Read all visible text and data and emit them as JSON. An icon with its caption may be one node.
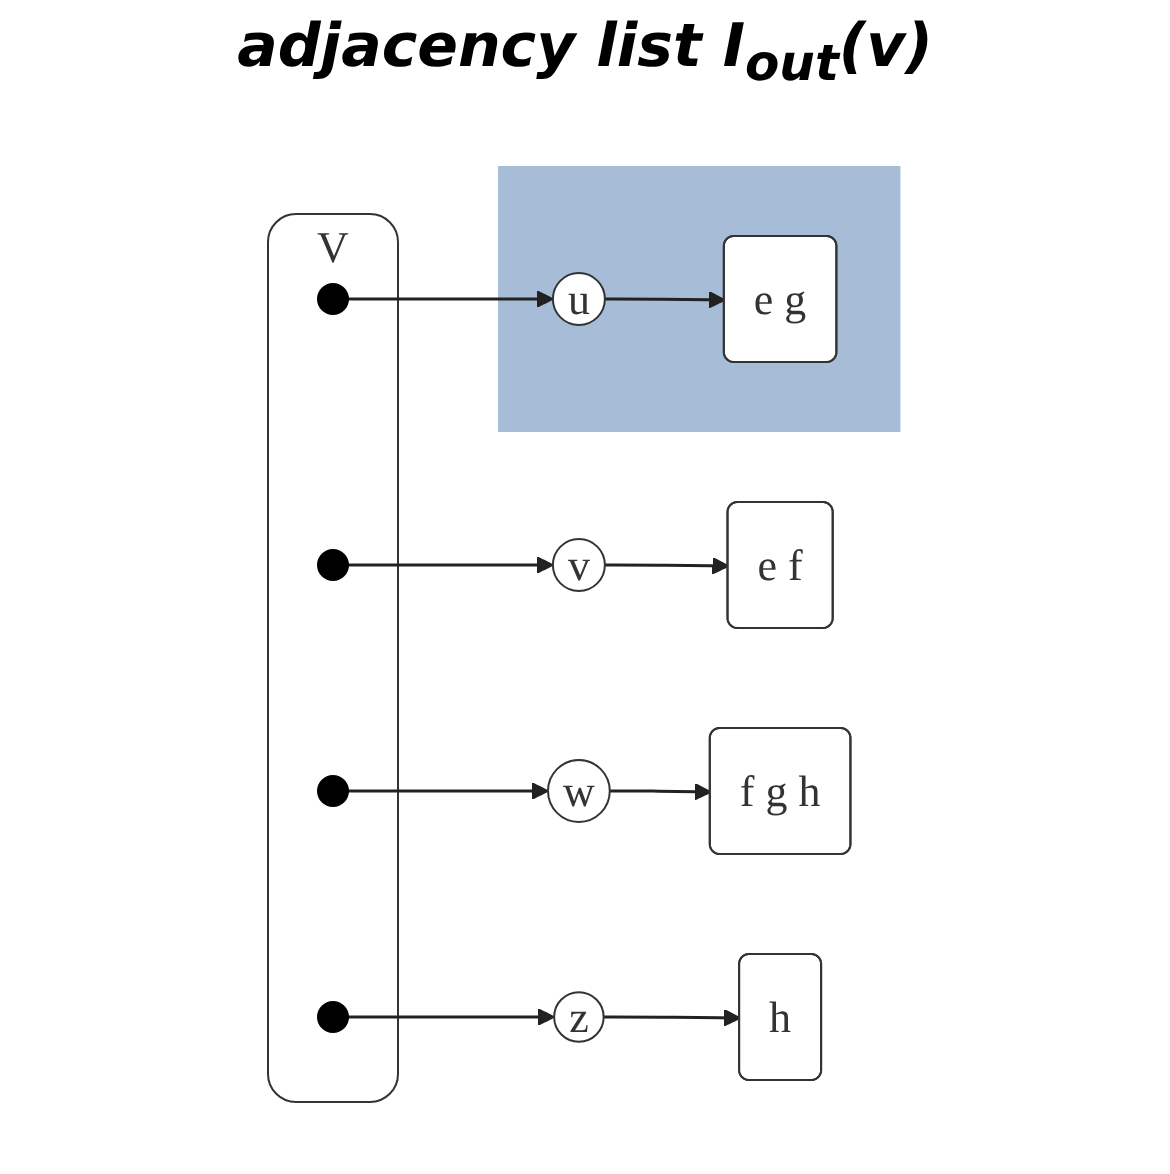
{
  "diagram": {
    "title": "adjacency list *I*$_{out}$(*v*)",
    "nodes": [
      {
        "text": [
          "V"
        ]
      },
      {
        "text": [],
        "shape": "circle",
        "in": 0
      },
      {
        "text": [],
        "shape": "circle",
        "in": 0
      },
      {
        "text": [],
        "shape": "circle",
        "in": 0
      },
      {
        "text": [],
        "shape": "circle",
        "in": 0
      },
      {
        "text": [],
        "shape": "box"
      },
      {
        "text": [
          "u"
        ],
        "in": 5
      },
      {
        "text": [
          "e g"
        ],
        "in": 5
      },
      {
        "text": [
          "v"
        ]
      },
      {
        "text": [
          "e f"
        ]
      },
      {
        "text": [
          "w"
        ]
      },
      {
        "text": [
          "f g h"
        ]
      },
      {
        "text": [
          "z"
        ]
      },
      {
        "text": [
          "h"
        ]
      }
    ],
    "edges": [
      {
        "from": 1,
        "to": 6,
        "arrow": "to"
      },
      {
        "from": 6,
        "to": 7,
        "arrow": "to"
      },
      {
        "from": 2,
        "to": 8,
        "arrow": "to"
      },
      {
        "from": 8,
        "to": 9,
        "arrow": "to"
      },
      {
        "from": 3,
        "to": 10,
        "arrow": "to"
      },
      {
        "from": 10,
        "to": 11,
        "arrow": "to"
      },
      {
        "from": 4,
        "to": 12,
        "arrow": "to"
      },
      {
        "from": 12,
        "to": 13,
        "arrow": "to"
      }
    ]
  }
}
